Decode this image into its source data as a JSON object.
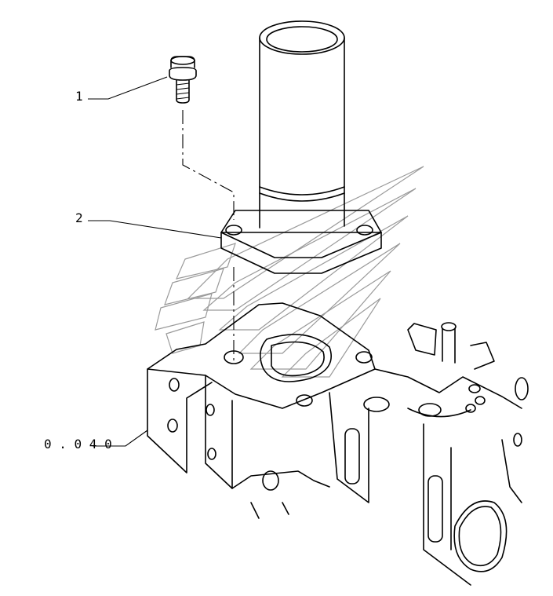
{
  "callouts": {
    "item1": "1",
    "item2": "2",
    "ref": "0 . 0 4 0"
  }
}
